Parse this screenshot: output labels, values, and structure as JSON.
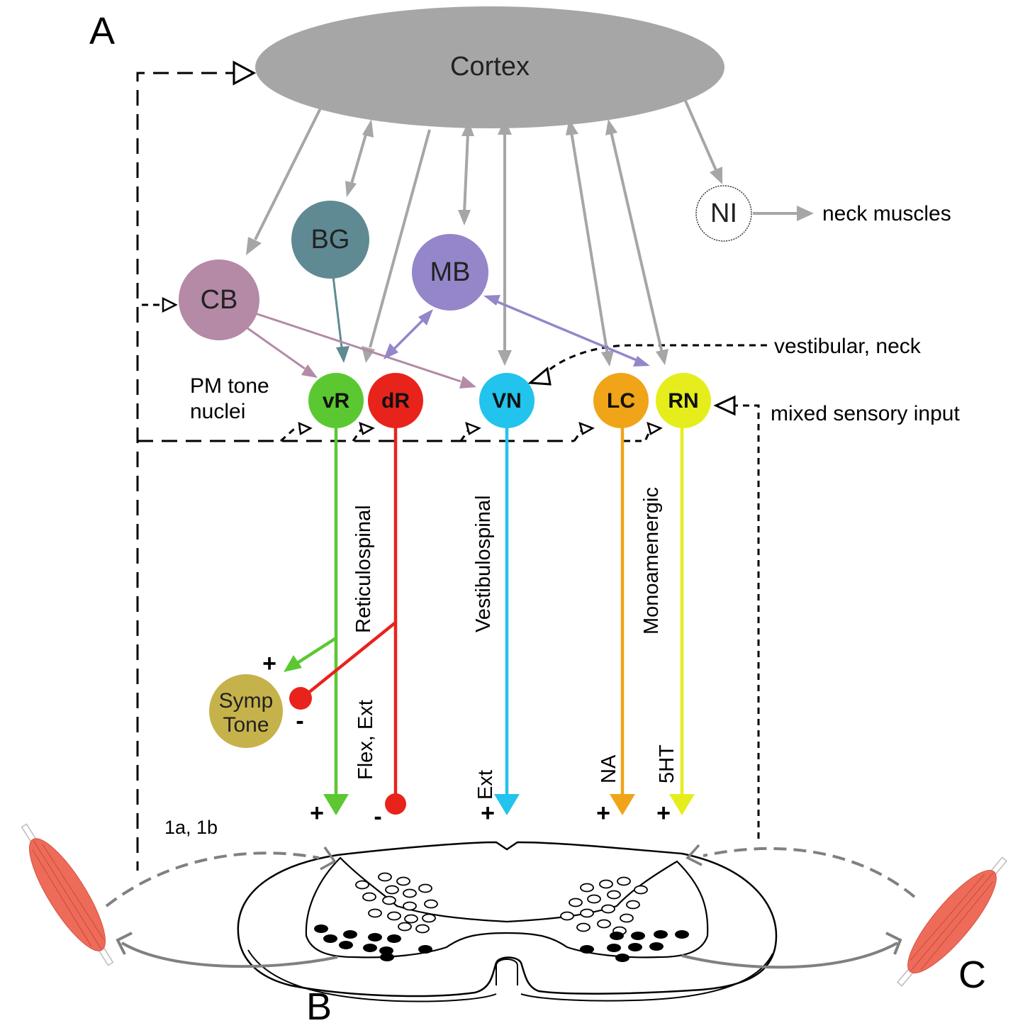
{
  "panels": {
    "a": "A",
    "b": "B",
    "c": "C"
  },
  "nodes": {
    "cortex": "Cortex",
    "bg": "BG",
    "cb": "CB",
    "mb": "MB",
    "ni": "NI",
    "vr": "vR",
    "dr": "dR",
    "vn": "VN",
    "lc": "LC",
    "rn": "RN",
    "symp_tone_line1": "Symp",
    "symp_tone_line2": "Tone"
  },
  "labels": {
    "neck_muscles": "neck muscles",
    "vestibular_neck": "vestibular, neck",
    "mixed_sensory": "mixed sensory input",
    "pm_tone_line1": "PM tone",
    "pm_tone_line2": "nuclei",
    "afferents": "1a, 1b"
  },
  "tracts": {
    "reticulospinal": "Reticulospinal",
    "flex_ext": "Flex, Ext",
    "vestibulospinal": "Vestibulospinal",
    "ext": "Ext",
    "monoamenergic": "Monoamenergic",
    "na": "NA",
    "ht5": "5HT"
  },
  "signs": {
    "plus": "+",
    "minus": "-"
  },
  "colors": {
    "cortex": "#a6a6a6",
    "bg": "#5f8a93",
    "cb": "#b48aa6",
    "mb": "#9585c9",
    "vr": "#5bc832",
    "dr": "#e8231c",
    "vn": "#22c3ec",
    "lc": "#f0a418",
    "rn": "#e5ee1c",
    "symp_tone": "#c6b24a",
    "muscle": "#ee6b5a"
  }
}
